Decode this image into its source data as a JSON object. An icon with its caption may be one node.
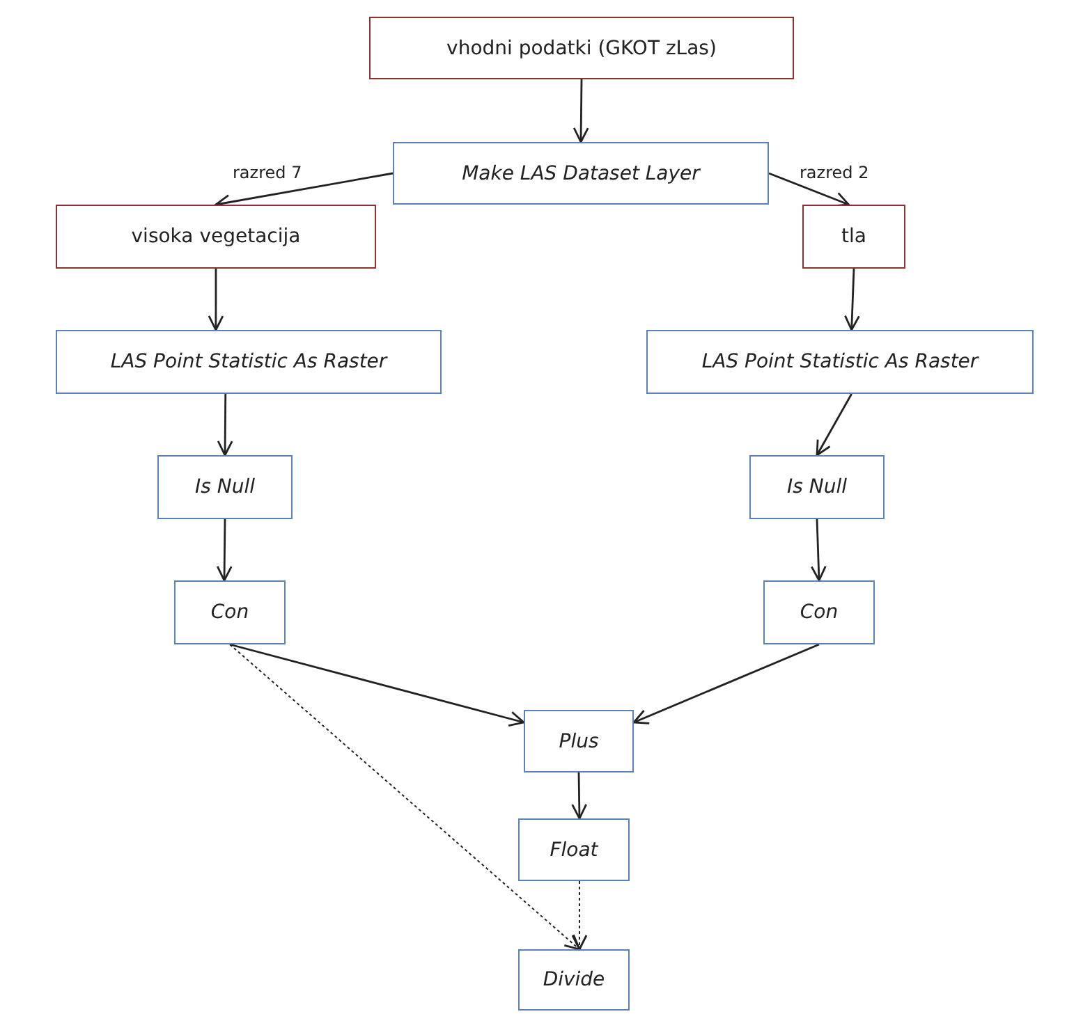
{
  "diagram": {
    "nodes": [
      {
        "text": [
          "vhodni podatki (GKOT zLas)"
        ]
      },
      {
        "text": [
          "Make LAS Dataset Layer"
        ]
      },
      {
        "text": [
          "visoka vegetacija"
        ]
      },
      {
        "text": [
          "tla"
        ]
      },
      {
        "text": [
          "LAS Point Statistic As Raster"
        ]
      },
      {
        "text": [
          "LAS Point Statistic As Raster"
        ]
      },
      {
        "text": [
          "Is Null"
        ]
      },
      {
        "text": [
          "Is Null"
        ]
      },
      {
        "text": [
          "Con"
        ]
      },
      {
        "text": [
          "Con"
        ]
      },
      {
        "text": [
          "Plus"
        ]
      },
      {
        "text": [
          "Float"
        ]
      },
      {
        "text": [
          "Divide"
        ]
      }
    ],
    "edges": [
      {
        "from": 0,
        "to": 1,
        "arrow": "to"
      },
      {
        "from": 1,
        "to": 2,
        "arrow": "to",
        "label": "razred 7"
      },
      {
        "from": 1,
        "to": 3,
        "arrow": "to",
        "label": "razred 2"
      },
      {
        "from": 2,
        "to": 4,
        "arrow": "to"
      },
      {
        "from": 3,
        "to": 5,
        "arrow": "to"
      },
      {
        "from": 4,
        "to": 6,
        "arrow": "to"
      },
      {
        "from": 5,
        "to": 7,
        "arrow": "to"
      },
      {
        "from": 6,
        "to": 8,
        "arrow": "to"
      },
      {
        "from": 7,
        "to": 9,
        "arrow": "to"
      },
      {
        "from": 8,
        "to": 10,
        "arrow": "to"
      },
      {
        "from": 9,
        "to": 10,
        "arrow": "to"
      },
      {
        "from": 10,
        "to": 11,
        "arrow": "to"
      },
      {
        "from": 11,
        "to": 12,
        "arrow": "to",
        "style": "dashed"
      },
      {
        "from": 8,
        "to": 12,
        "arrow": "to",
        "style": "dashed"
      }
    ]
  }
}
